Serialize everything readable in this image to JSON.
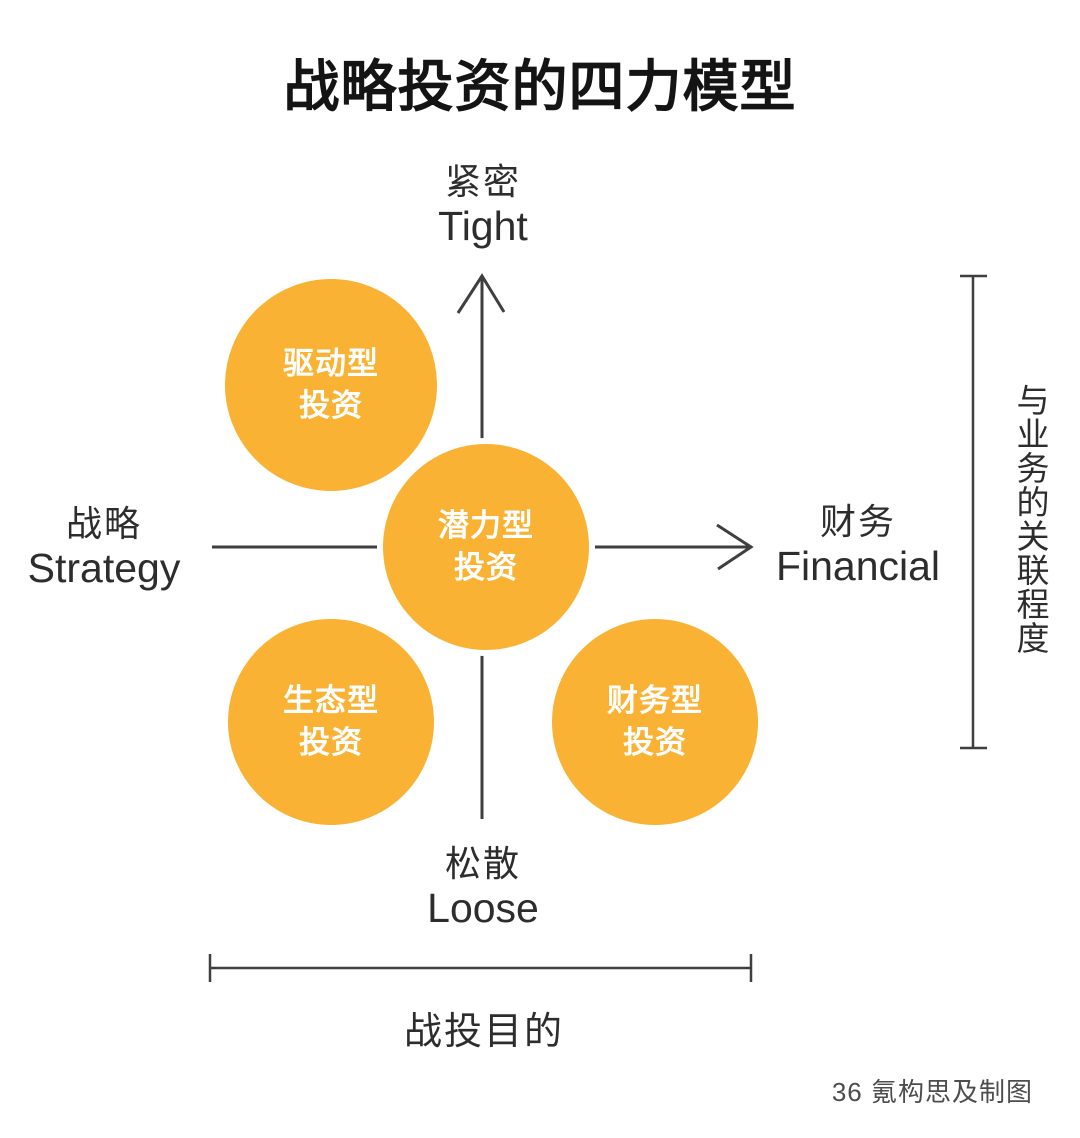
{
  "title": "战略投资的四力模型",
  "axis_labels": {
    "top_zh": "紧密",
    "top_en": "Tight",
    "bottom_zh": "松散",
    "bottom_en": "Loose",
    "left_zh": "战略",
    "left_en": "Strategy",
    "right_zh": "财务",
    "right_en": "Financial"
  },
  "circles": {
    "top_left": {
      "line1": "驱动型",
      "line2": "投资"
    },
    "center": {
      "line1": "潜力型",
      "line2": "投资"
    },
    "bottom_left": {
      "line1": "生态型",
      "line2": "投资"
    },
    "bottom_right": {
      "line1": "财务型",
      "line2": "投资"
    }
  },
  "dimensions": {
    "right_label": "与业务的关联程度",
    "bottom_label": "战投目的"
  },
  "credit": "36 氪构思及制图",
  "colors": {
    "circle_fill": "#F9B233",
    "circle_text": "#FFFFFF",
    "line": "#3F3F3F",
    "text": "#2D2D2D",
    "credit_text": "#4D4D4D"
  }
}
